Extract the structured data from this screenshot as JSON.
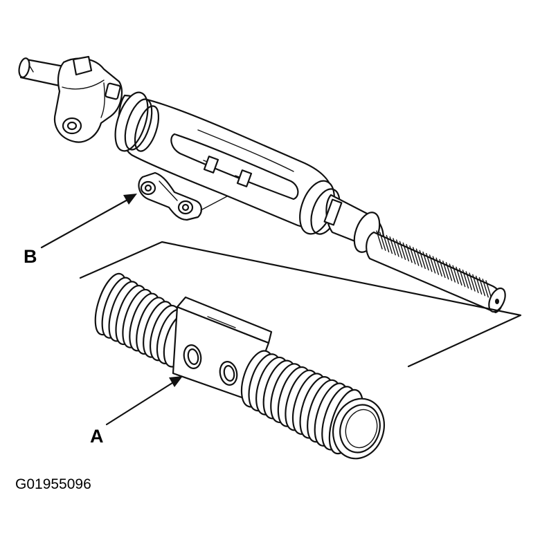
{
  "callouts": {
    "a": "A",
    "b": "B"
  },
  "figure_id": "G01955096",
  "colors": {
    "ink": "#111111",
    "background": "#ffffff"
  }
}
